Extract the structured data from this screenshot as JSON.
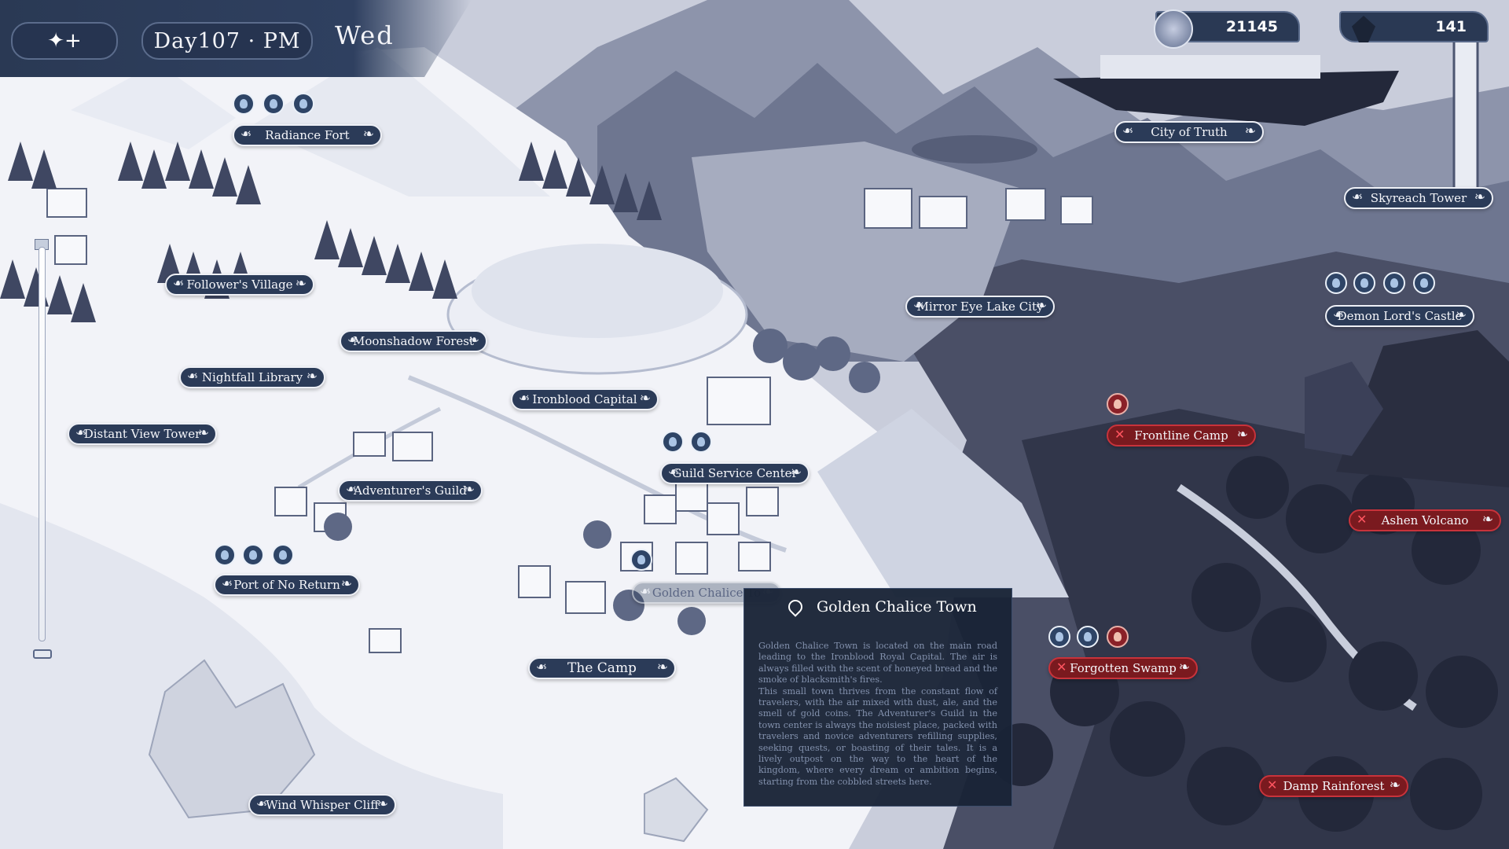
{
  "header": {
    "menu_label": "✦+",
    "day_time": "Day107 · PM",
    "weekday": "Wed"
  },
  "currency": {
    "coins": {
      "icon": "coin-icon",
      "value": "21145"
    },
    "gems": {
      "icon": "crystal-icon",
      "value": "141"
    }
  },
  "locations": {
    "radiance_fort": "Radiance Fort",
    "followers_village": "Follower's Village",
    "nightfall_library": "Nightfall Library",
    "distant_view_tower": "Distant View Tower",
    "moonshadow_forest": "Moonshadow Forest",
    "ironblood_capital": "Ironblood Capital",
    "adventurers_guild": "Adventurer's Guild",
    "port_of_no_return": "Port of No Return",
    "guild_service_center": "Guild Service Center",
    "golden_chalice_town": "Golden Chalice To",
    "the_camp": "The Camp",
    "wind_whisper_cliff": "Wind Whisper Cliff",
    "city_of_truth": "City of Truth",
    "mirror_eye_lake_city": "Mirror Eye Lake City",
    "skyreach_tower": "Skyreach Tower",
    "demon_lords_castle": "Demon Lord's Castle",
    "frontline_camp": "Frontline Camp",
    "ashen_volcano": "Ashen Volcano",
    "forgotten_swamp": "Forgotten Swamp",
    "damp_rainforest": "Damp Rainforest"
  },
  "info_panel": {
    "title": "Golden Chalice Town",
    "body": "Golden Chalice Town is located on the main road leading to the Ironblood Royal Capital. The air is always filled with the scent of honeyed bread and the smoke of blacksmith's fires.\nThis small town thrives from the constant flow of travelers, with the air mixed with dust, ale, and the smell of gold coins. The Adventurer's Guild in the town center is always the noisiest place, packed with travelers and novice adventurers refilling supplies, seeking quests, or boasting of their tales. It is a lively outpost on the way to the heart of the kingdom, where every dream or ambition begins, starting from the cobbled streets here."
  },
  "colors": {
    "hud_navy": "#2b3b58",
    "danger_red": "#7a1a1f",
    "snow": "#f2f3f8",
    "dark_region": "#3a3f55"
  }
}
